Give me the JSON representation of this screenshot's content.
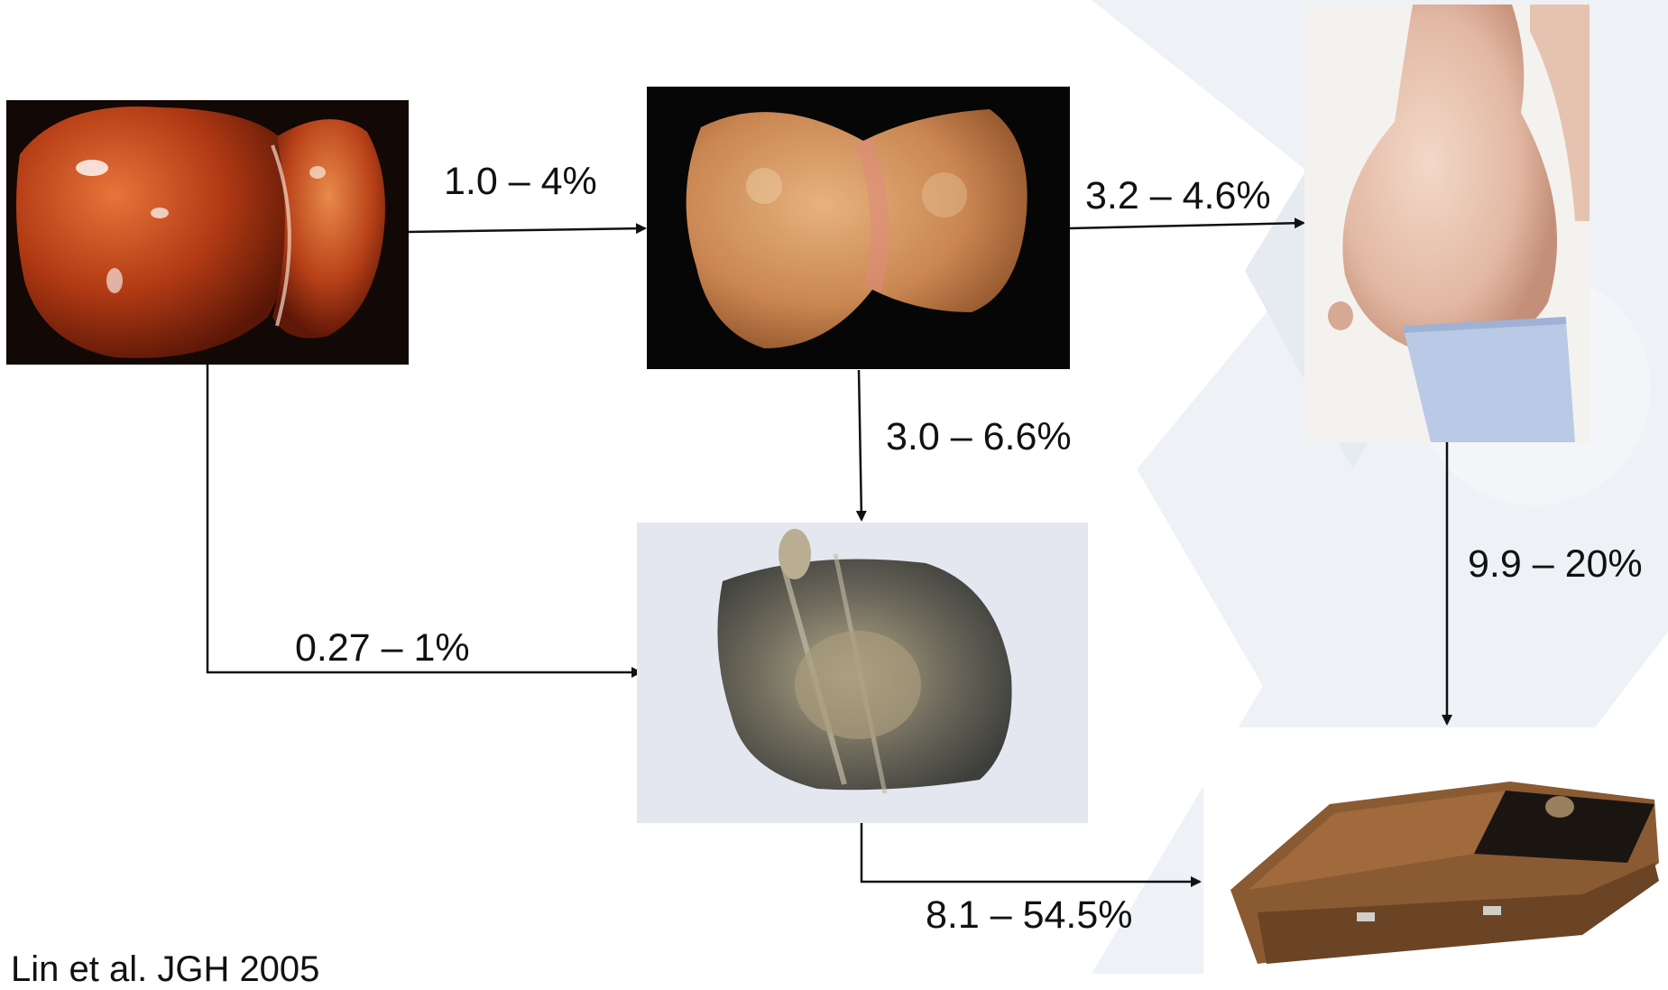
{
  "diagram": {
    "rates": {
      "healthy_to_steatosis": "1.0 – 4%",
      "steatosis_to_decompensated": "3.2 – 4.6%",
      "steatosis_to_hcc": "3.0 – 6.6%",
      "decompensated_to_death": "9.9 – 20%",
      "healthy_to_hcc": "0.27 – 1%",
      "hcc_to_death": "8.1 – 54.5%"
    },
    "citation": "Lin et al. JGH 2005"
  },
  "images": {
    "healthy_liver": "photo of normal liver",
    "fatty_liver": "photo of fatty liver",
    "ascites_patient": "photo of patient with ascites",
    "hcc_liver": "photo of liver with tumor",
    "coffin": "photo of coffin"
  },
  "colors": {
    "arrow": "#111111",
    "watermark": "#eef1f6"
  }
}
